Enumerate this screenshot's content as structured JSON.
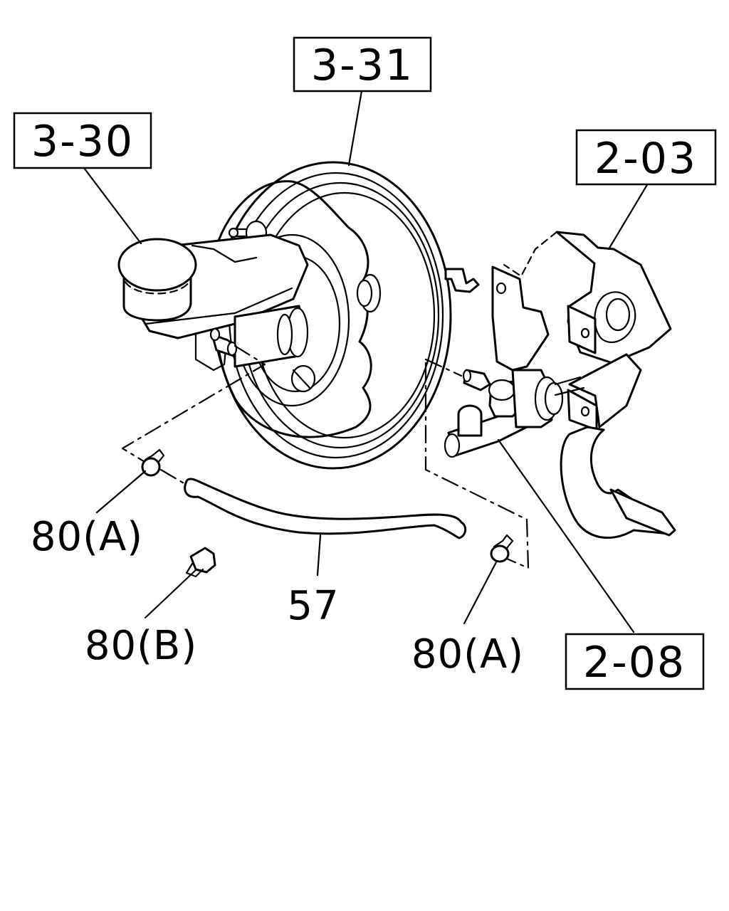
{
  "callouts": {
    "master_cylinder_ref": "3-30",
    "brake_booster_ref": "3-31",
    "pedal_bracket_ref": "2-03",
    "clutch_master_cylinder_ref": "2-08"
  },
  "parts": {
    "hose": "57",
    "clip_a_left": "80(A)",
    "clip_a_right": "80(A)",
    "clip_b": "80(B)"
  }
}
